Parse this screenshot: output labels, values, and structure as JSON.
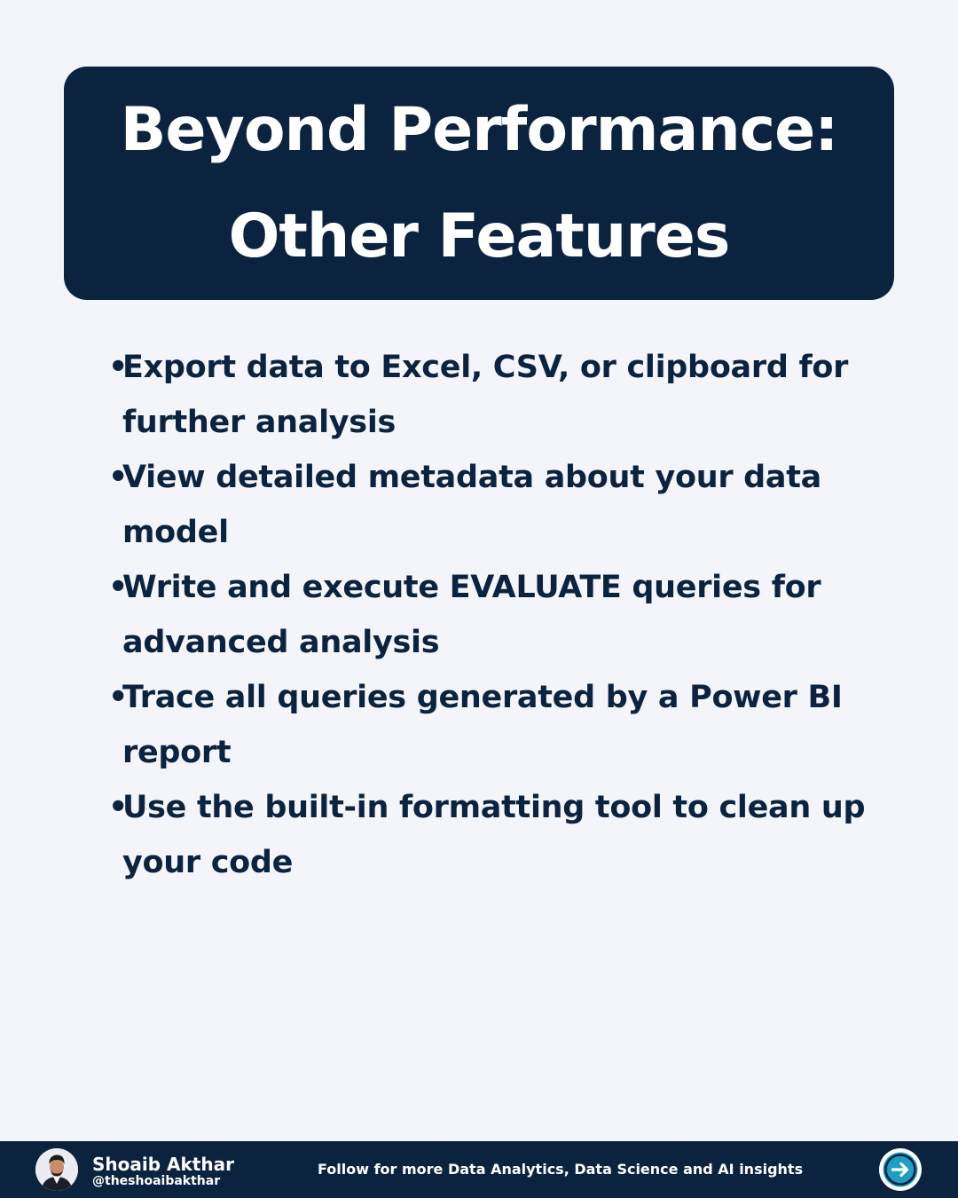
{
  "title": {
    "line1": "Beyond Performance:",
    "line2": "Other Features"
  },
  "bullets": [
    {
      "marker": "•",
      "text": "Export data to Excel, CSV, or clipboard for further analysis"
    },
    {
      "marker": "•",
      "text": "View detailed metadata about your data model"
    },
    {
      "marker": "•",
      "text": "Write and execute EVALUATE queries for advanced analysis"
    },
    {
      "marker": "•",
      "text": "Trace all queries generated by a Power BI report"
    },
    {
      "marker": "•",
      "text": "Use the built-in formatting tool to clean up your code"
    }
  ],
  "footer": {
    "author_name": "Shoaib Akthar",
    "author_handle": "@theshoaibakthar",
    "cta": "Follow for more Data Analytics, Data Science and AI insights",
    "avatar_icon": "profile-photo-icon",
    "next_icon": "arrow-right-circle-icon"
  },
  "colors": {
    "background": "#f4f5fa",
    "navy": "#0c2340",
    "accent": "#1f9ec1",
    "white": "#ffffff"
  }
}
